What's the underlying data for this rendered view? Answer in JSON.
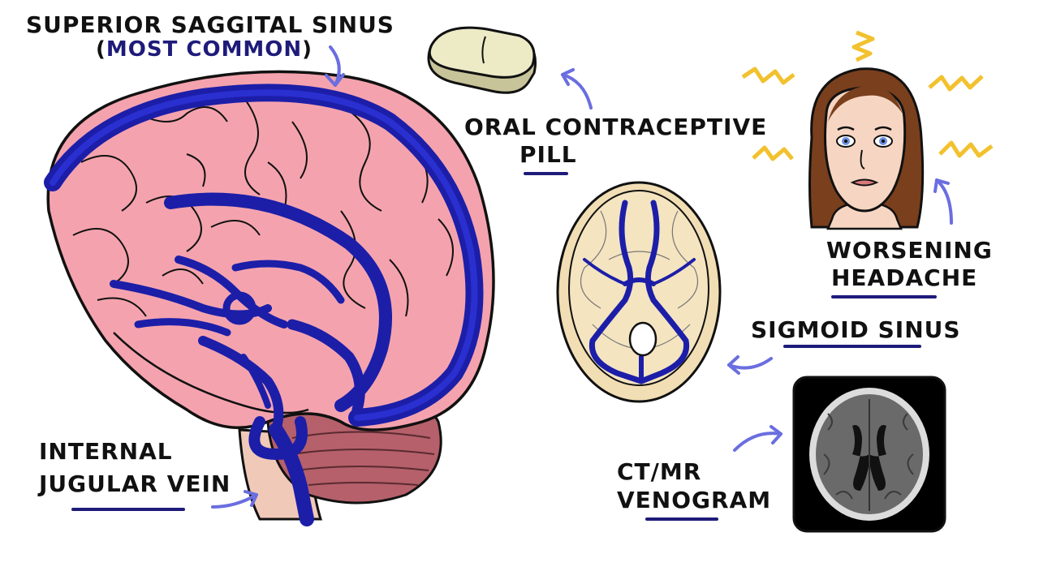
{
  "labels": {
    "superior_sagittal_sinus": "SUPERIOR SAGGITAL SINUS",
    "most_common_open": "(",
    "most_common": "MOST COMMON",
    "most_common_close": ")",
    "oral_contraceptive_line1": "ORAL CONTRACEPTIVE",
    "oral_contraceptive_line2": "PILL",
    "worsening_line1": "WORSENING",
    "worsening_line2": "HEADACHE",
    "sigmoid_sinus": "SIGMOID SINUS",
    "internal_line1": "INTERNAL",
    "internal_line2": "JUGULAR VEIN",
    "ct_line1": "CT/MR",
    "ct_line2": "VENOGRAM"
  },
  "colors": {
    "brain": "#f4a3ae",
    "vein": "#1c1ea8",
    "arrow": "#6a6ee0",
    "bone": "#f1deb4",
    "pill": "#ecebc6",
    "zigzag": "#f2c12e",
    "hair": "#7a3f1c",
    "skin": "#f6d6c2"
  }
}
